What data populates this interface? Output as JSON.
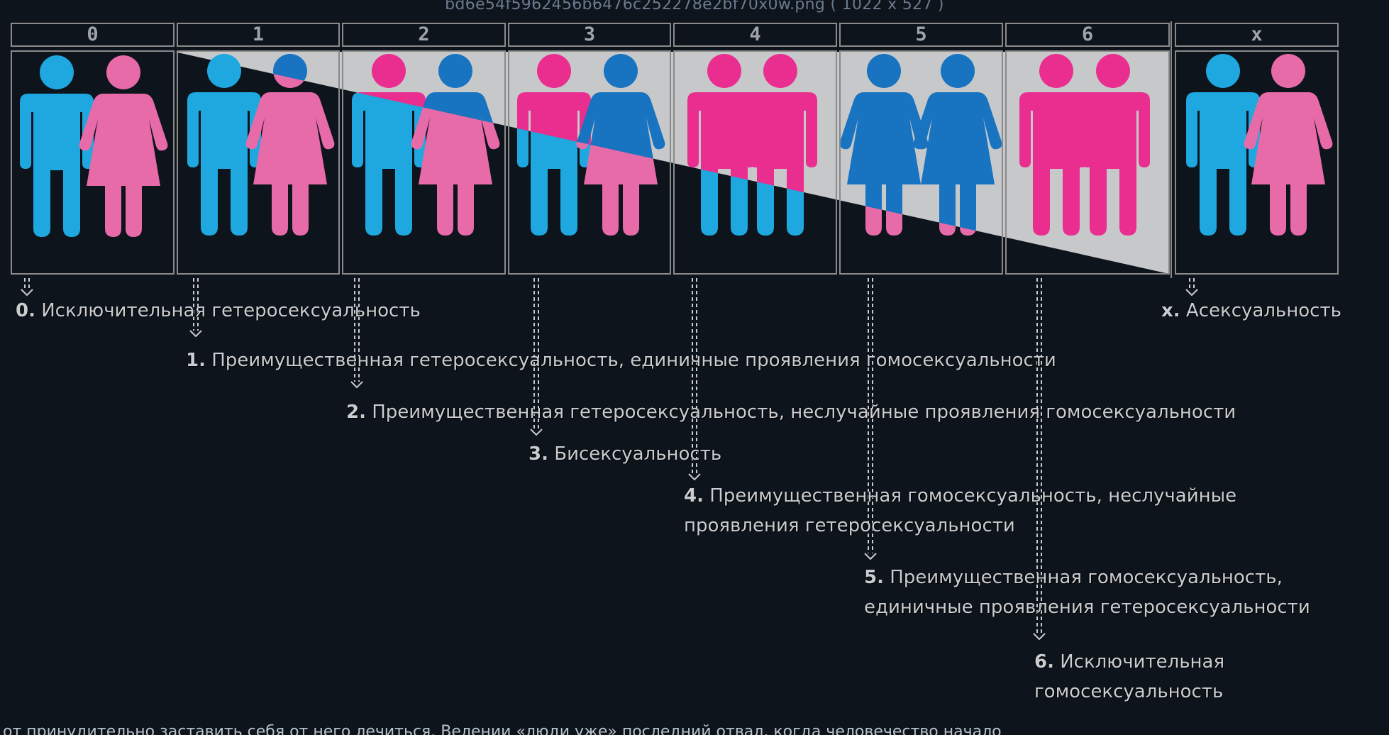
{
  "image_title": "bd6e54f5962456b6476c252278e2bf70x0w.png ( 1022 x 527 )",
  "bottom_text": "от принудительно заставить себя от него лечиться. Велении «люди уже» последний отвал, когда человечество начало",
  "columns": [
    "0",
    "1",
    "2",
    "3",
    "4",
    "5",
    "6",
    "x"
  ],
  "colors": {
    "man_blue": "#1fa8e0",
    "woman_pink": "#e76aa9",
    "blue_dark": "#1873c0",
    "magenta": "#ea2e8f",
    "gray_fill": "#c7c8ca",
    "panel_bg": "#0e141c",
    "border": "#8a8a8a"
  },
  "descriptions": [
    {
      "num": "0.",
      "text": "Исключительная гетеросексуальность"
    },
    {
      "num": "1.",
      "text": "Преимущественная гетеросексуальность, единичные проявления гомосексуальности"
    },
    {
      "num": "2.",
      "text": "Преимущественная гетеросексуальность, неслучайные проявления гомосексуальности"
    },
    {
      "num": "3.",
      "text": "Бисексуальность"
    },
    {
      "num": "4.",
      "text": "Преимущественная гомосексуальность, неслучайные",
      "text2": "проявления гетеросексуальности"
    },
    {
      "num": "5.",
      "text": "Преимущественная гомосексуальность,",
      "text2": "единичные проявления гетеросексуальности"
    },
    {
      "num": "6.",
      "text": "Исключительная",
      "text2": "гомосексуальность"
    },
    {
      "num": "x.",
      "text": "Асексуальность"
    }
  ]
}
